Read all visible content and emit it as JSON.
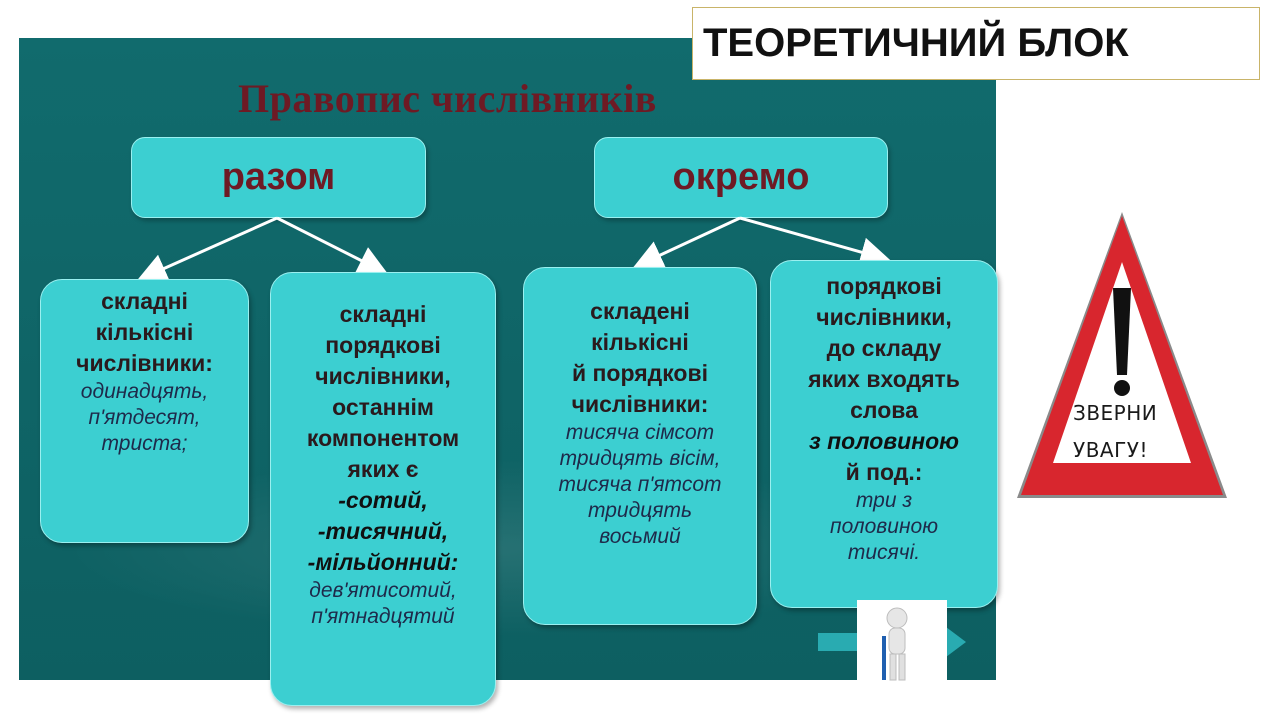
{
  "header": {
    "block_label": "ТЕОРЕТИЧНИЙ БЛОК"
  },
  "diagram": {
    "title": "Правопис числівників",
    "branches": [
      {
        "label": "разом"
      },
      {
        "label": "окремо"
      }
    ],
    "cards": [
      {
        "head": [
          "складні",
          "кількісні",
          "числівники:"
        ],
        "examples": [
          "одинадцять,",
          "п'ятдесят,",
          "триста;"
        ]
      },
      {
        "head": [
          "складні",
          "порядкові",
          "числівники,",
          "останнім",
          "компонентом",
          "яких є"
        ],
        "emphasis": [
          "-сотий,",
          "-тисячний,",
          "-мільйонний:"
        ],
        "examples": [
          "дев'ятисотий,",
          "п'ятнадцятий"
        ]
      },
      {
        "head": [
          "складені",
          "кількісні",
          "й порядкові",
          "числівники:"
        ],
        "examples": [
          "тисяча сімсот",
          "тридцять вісім,",
          "тисяча п'ятсот",
          "тридцять",
          "восьмий"
        ]
      },
      {
        "head": [
          "порядкові",
          "числівники,",
          "до складу",
          "яких входять",
          "слова"
        ],
        "emphasis": [
          "з половиною"
        ],
        "head_after": [
          "й под.:"
        ],
        "examples": [
          "три з",
          "половиною",
          "тисячі."
        ]
      }
    ]
  },
  "warning_sign": {
    "line1": "ЗВЕРНИ",
    "line2": "УВАГУ!",
    "icon": "exclamation-triangle-icon"
  },
  "colors": {
    "panel": "#106769",
    "box": "#3ccfd1",
    "title": "#6e1a24",
    "sign_red": "#d8262e"
  }
}
